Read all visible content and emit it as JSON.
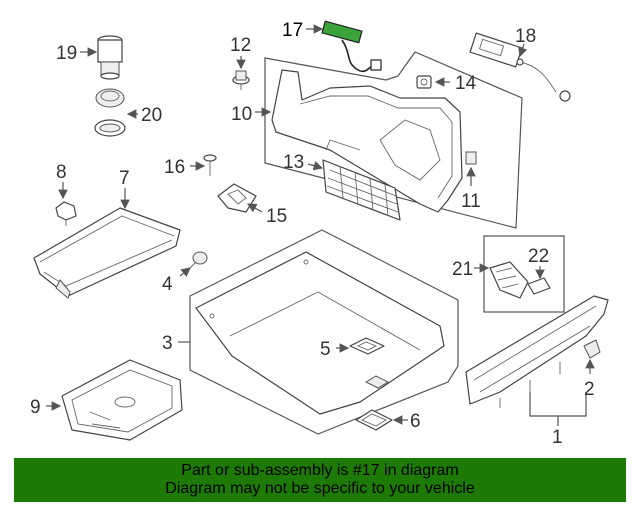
{
  "diagram": {
    "callouts": {
      "c1": "1",
      "c2": "2",
      "c3": "3",
      "c4": "4",
      "c5": "5",
      "c6": "6",
      "c7": "7",
      "c8": "8",
      "c9": "9",
      "c10": "10",
      "c11": "11",
      "c12": "12",
      "c13": "13",
      "c14": "14",
      "c15": "15",
      "c16": "16",
      "c17": "17",
      "c18": "18",
      "c19": "19",
      "c20": "20",
      "c21": "21",
      "c22": "22"
    },
    "highlight_color": "#3aa33a"
  },
  "banner": {
    "line1": "Part or sub-assembly is #17 in diagram",
    "line2": "Diagram may not be specific to your vehicle",
    "color": "#1d7a06"
  }
}
